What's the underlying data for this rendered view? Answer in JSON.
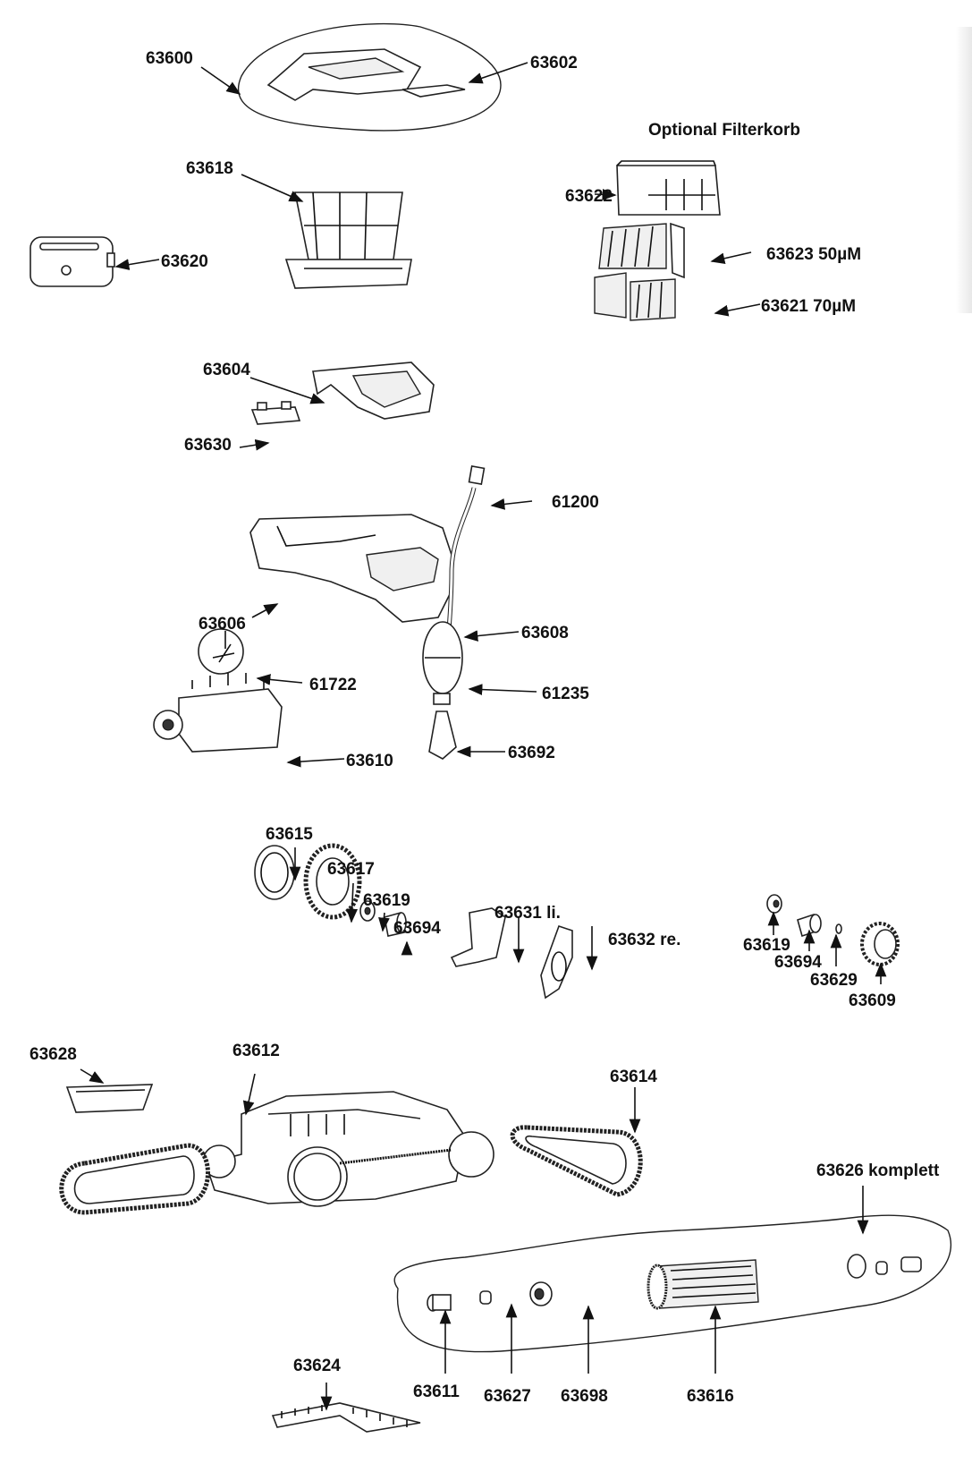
{
  "diagram": {
    "title": "Optional Filterkorb",
    "labels": [
      {
        "id": "63600",
        "text": "63600"
      },
      {
        "id": "63602",
        "text": "63602"
      },
      {
        "id": "63618",
        "text": "63618"
      },
      {
        "id": "63620",
        "text": "63620"
      },
      {
        "id": "63622",
        "text": "63622"
      },
      {
        "id": "63623",
        "text": "63623 50µM"
      },
      {
        "id": "63621",
        "text": "63621 70µM"
      },
      {
        "id": "63604",
        "text": "63604"
      },
      {
        "id": "63630",
        "text": "63630"
      },
      {
        "id": "61200",
        "text": "61200"
      },
      {
        "id": "63606",
        "text": "63606"
      },
      {
        "id": "63608",
        "text": "63608"
      },
      {
        "id": "61722",
        "text": "61722"
      },
      {
        "id": "61235",
        "text": "61235"
      },
      {
        "id": "63610",
        "text": "63610"
      },
      {
        "id": "63692",
        "text": "63692"
      },
      {
        "id": "63615",
        "text": "63615"
      },
      {
        "id": "63617",
        "text": "63617"
      },
      {
        "id": "63619a",
        "text": "63619"
      },
      {
        "id": "63694a",
        "text": "63694"
      },
      {
        "id": "63631",
        "text": "63631 li."
      },
      {
        "id": "63632",
        "text": "63632 re."
      },
      {
        "id": "63619b",
        "text": "63619"
      },
      {
        "id": "63694b",
        "text": "63694"
      },
      {
        "id": "63629",
        "text": "63629"
      },
      {
        "id": "63609",
        "text": "63609"
      },
      {
        "id": "63628",
        "text": "63628"
      },
      {
        "id": "63612",
        "text": "63612"
      },
      {
        "id": "63614",
        "text": "63614"
      },
      {
        "id": "63626",
        "text": "63626 komplett"
      },
      {
        "id": "63611",
        "text": "63611"
      },
      {
        "id": "63627",
        "text": "63627"
      },
      {
        "id": "63698",
        "text": "63698"
      },
      {
        "id": "63616",
        "text": "63616"
      },
      {
        "id": "63624",
        "text": "63624"
      }
    ]
  }
}
